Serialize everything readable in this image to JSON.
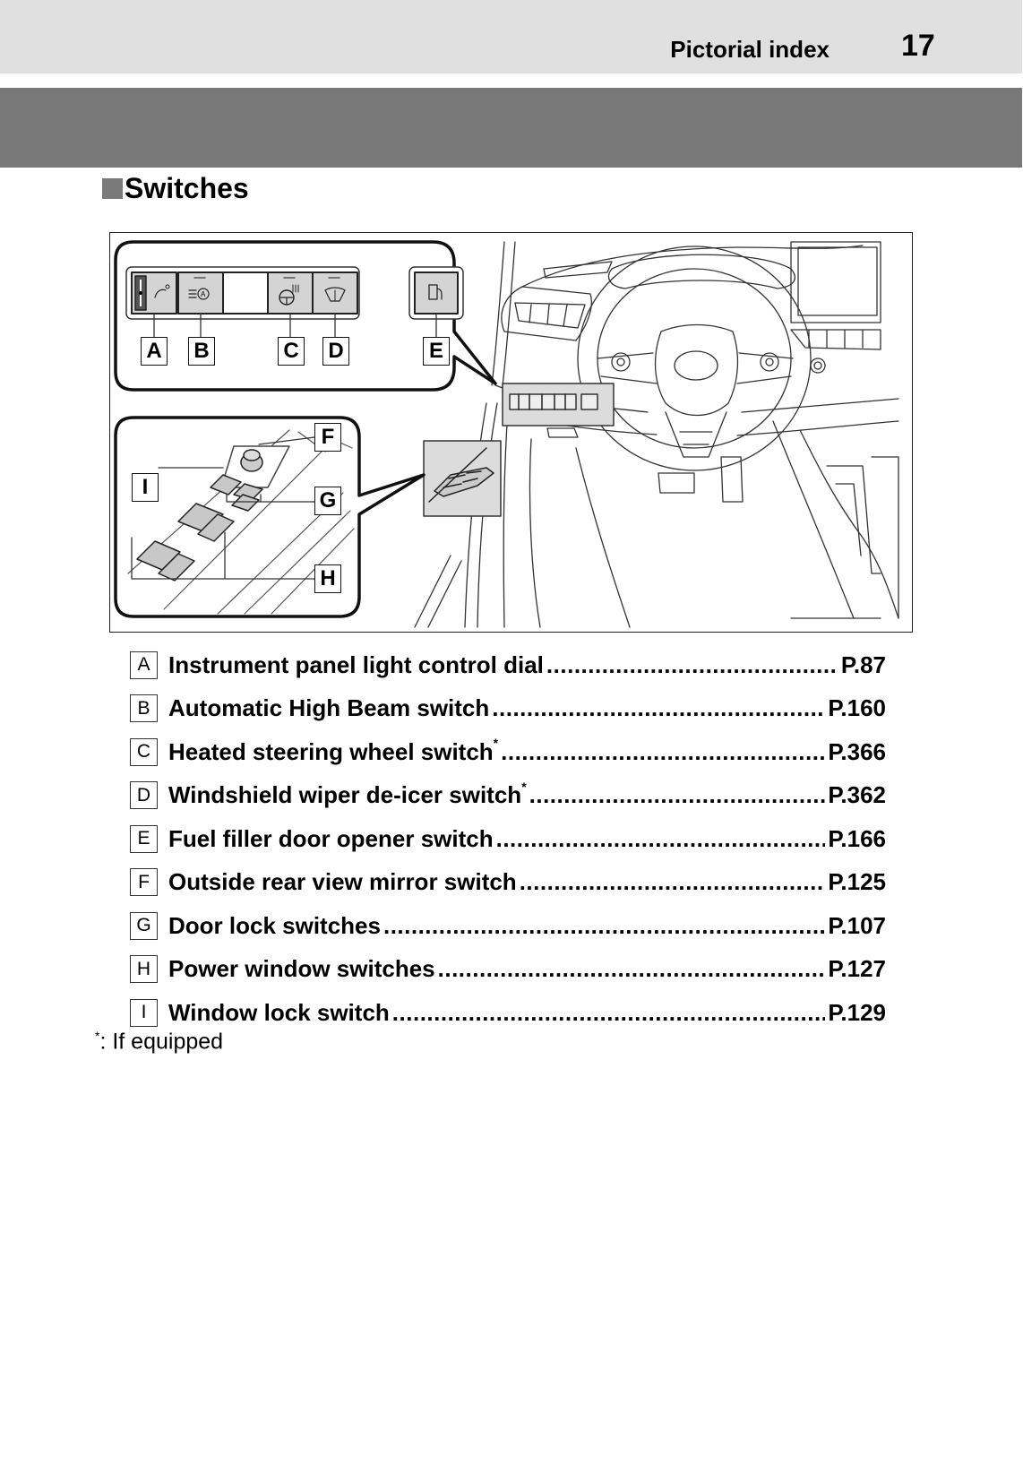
{
  "header": {
    "section": "Pictorial index",
    "page_number": "17",
    "colors": {
      "light_band": "#e0e0e0",
      "dark_band": "#787878"
    }
  },
  "section": {
    "marker_icon": "square-bullet-icon",
    "title": "Switches"
  },
  "figure": {
    "description": "Driver-side dashboard illustration with enlarged switch panel and door trim switches",
    "callouts": [
      "A",
      "B",
      "C",
      "D",
      "E",
      "F",
      "G",
      "H",
      "I"
    ],
    "switch_icons": {
      "A": "instrument-brightness-dial-icon",
      "B": "auto-high-beam-icon",
      "C": "heated-steering-wheel-icon",
      "D": "wiper-deicer-icon",
      "E": "fuel-door-icon"
    }
  },
  "items": [
    {
      "key": "A",
      "label": "Instrument panel light control dial",
      "asterisk": false,
      "page": "P.87"
    },
    {
      "key": "B",
      "label": "Automatic High Beam switch",
      "asterisk": false,
      "page": "P.160"
    },
    {
      "key": "C",
      "label": "Heated steering wheel switch",
      "asterisk": true,
      "page": "P.366"
    },
    {
      "key": "D",
      "label": "Windshield wiper de-icer switch",
      "asterisk": true,
      "page": "P.362"
    },
    {
      "key": "E",
      "label": "Fuel filler door opener switch",
      "asterisk": false,
      "page": "P.166"
    },
    {
      "key": "F",
      "label": "Outside rear view mirror switch",
      "asterisk": false,
      "page": "P.125"
    },
    {
      "key": "G",
      "label": "Door lock switches",
      "asterisk": false,
      "page": "P.107"
    },
    {
      "key": "H",
      "label": "Power window switches",
      "asterisk": false,
      "page": "P.127"
    },
    {
      "key": "I",
      "label": "Window lock switch",
      "asterisk": false,
      "page": "P.129"
    }
  ],
  "footnote": {
    "mark": "*",
    "text": ": If equipped"
  }
}
